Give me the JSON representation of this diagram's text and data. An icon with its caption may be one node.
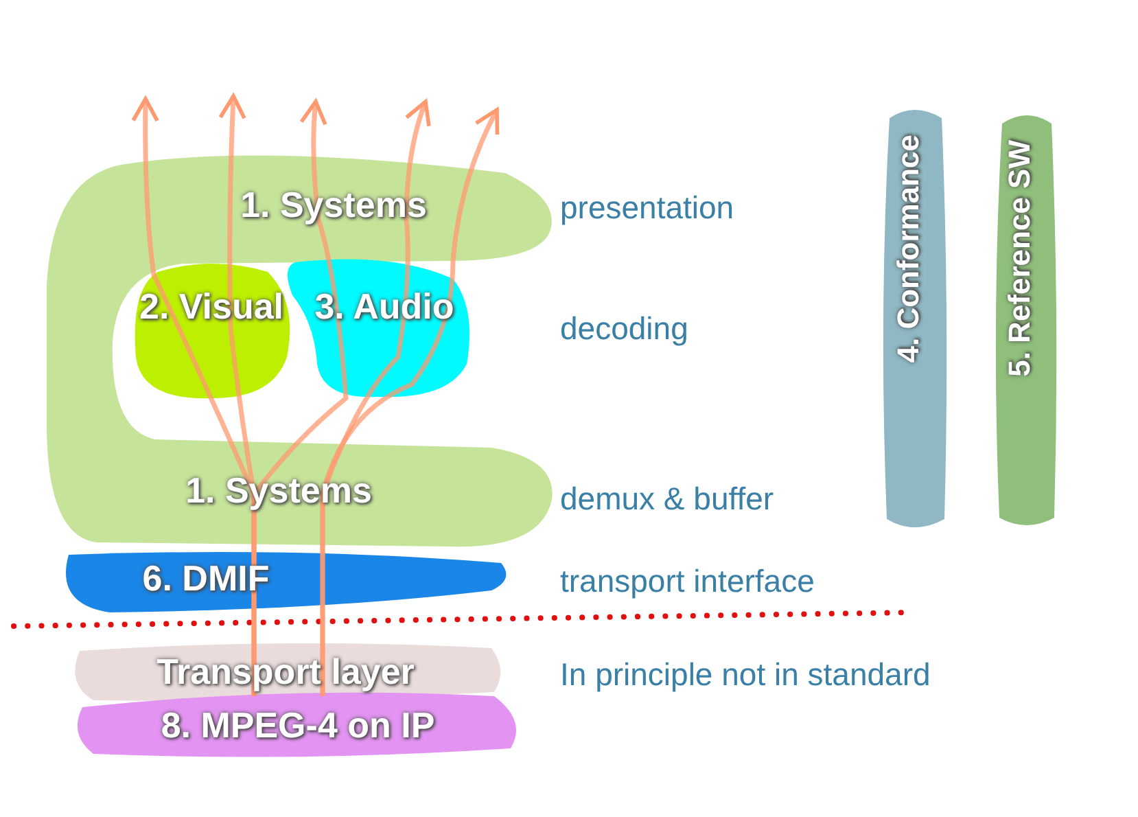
{
  "diagram": {
    "nodes": [
      {
        "text": [
          "1. Systems",
          "1. Systems"
        ]
      },
      {
        "text": [
          "2. Visual"
        ]
      },
      {
        "text": [
          "3. Audio"
        ]
      },
      {
        "text": [
          "6. DMIF"
        ]
      },
      {
        "text": [
          "Transport layer"
        ]
      },
      {
        "text": [
          "8. MPEG-4 on IP"
        ]
      },
      {
        "text": [
          "4. Conformance"
        ]
      },
      {
        "text": [
          "5. Reference SW"
        ]
      }
    ],
    "edges": [
      {
        "from": 5,
        "to": null,
        "arrow": "to"
      },
      {
        "from": 5,
        "to": null,
        "arrow": "to"
      },
      {
        "from": 5,
        "to": null,
        "arrow": "to"
      },
      {
        "from": 5,
        "to": null,
        "arrow": "to"
      },
      {
        "from": 5,
        "to": null,
        "arrow": "to"
      }
    ],
    "labels": [
      "presentation",
      "decoding",
      "demux & buffer",
      "transport interface",
      "In principle not in standard"
    ]
  }
}
